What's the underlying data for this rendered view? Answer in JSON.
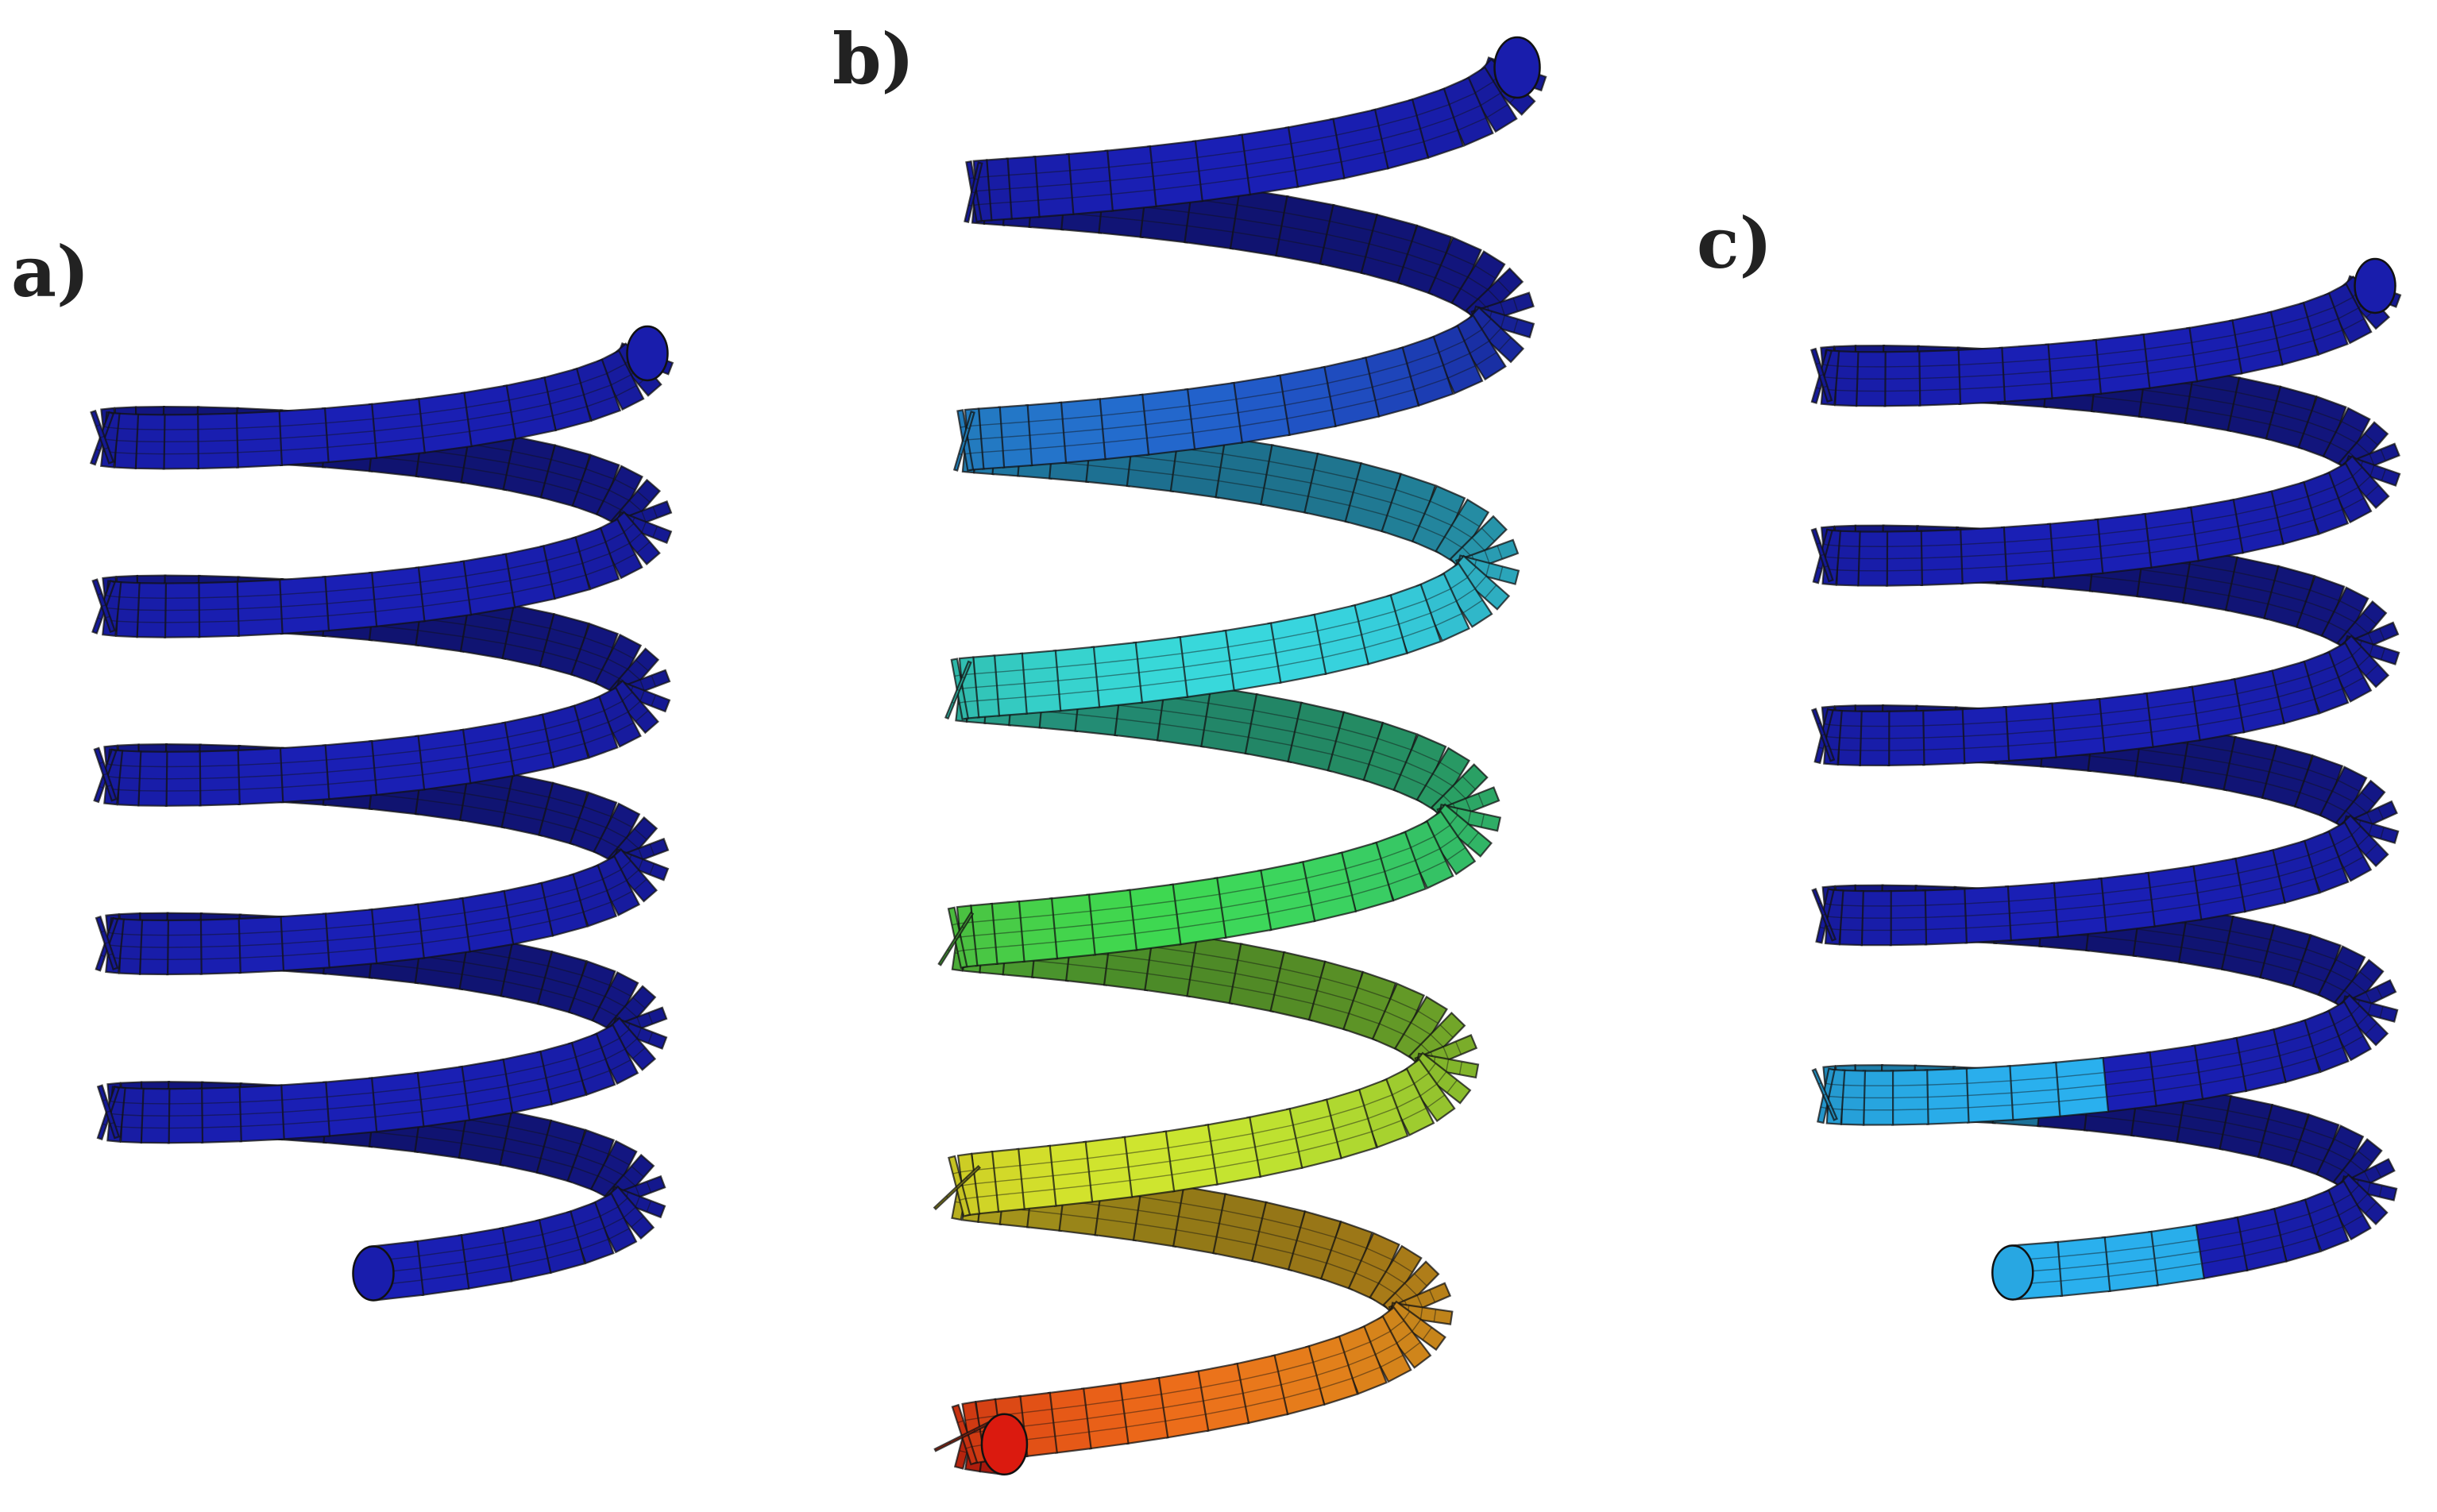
{
  "panels": [
    {
      "label": "a)",
      "coloring": "uniform",
      "colors": [
        "#1a1fb5"
      ]
    },
    {
      "label": "b)",
      "coloring": "gradient-top-to-bottom",
      "colors": [
        "#1a1fb5",
        "#2aa0e0",
        "#39d8e8",
        "#36d8b0",
        "#3ed850",
        "#8ee03a",
        "#e8e82a",
        "#f0a020",
        "#e61b10"
      ]
    },
    {
      "label": "c)",
      "coloring": "uniform-with-bottom-highlight",
      "colors": [
        "#1a1fb5",
        "#2ab0ee"
      ]
    }
  ],
  "outline_color": "#111111"
}
